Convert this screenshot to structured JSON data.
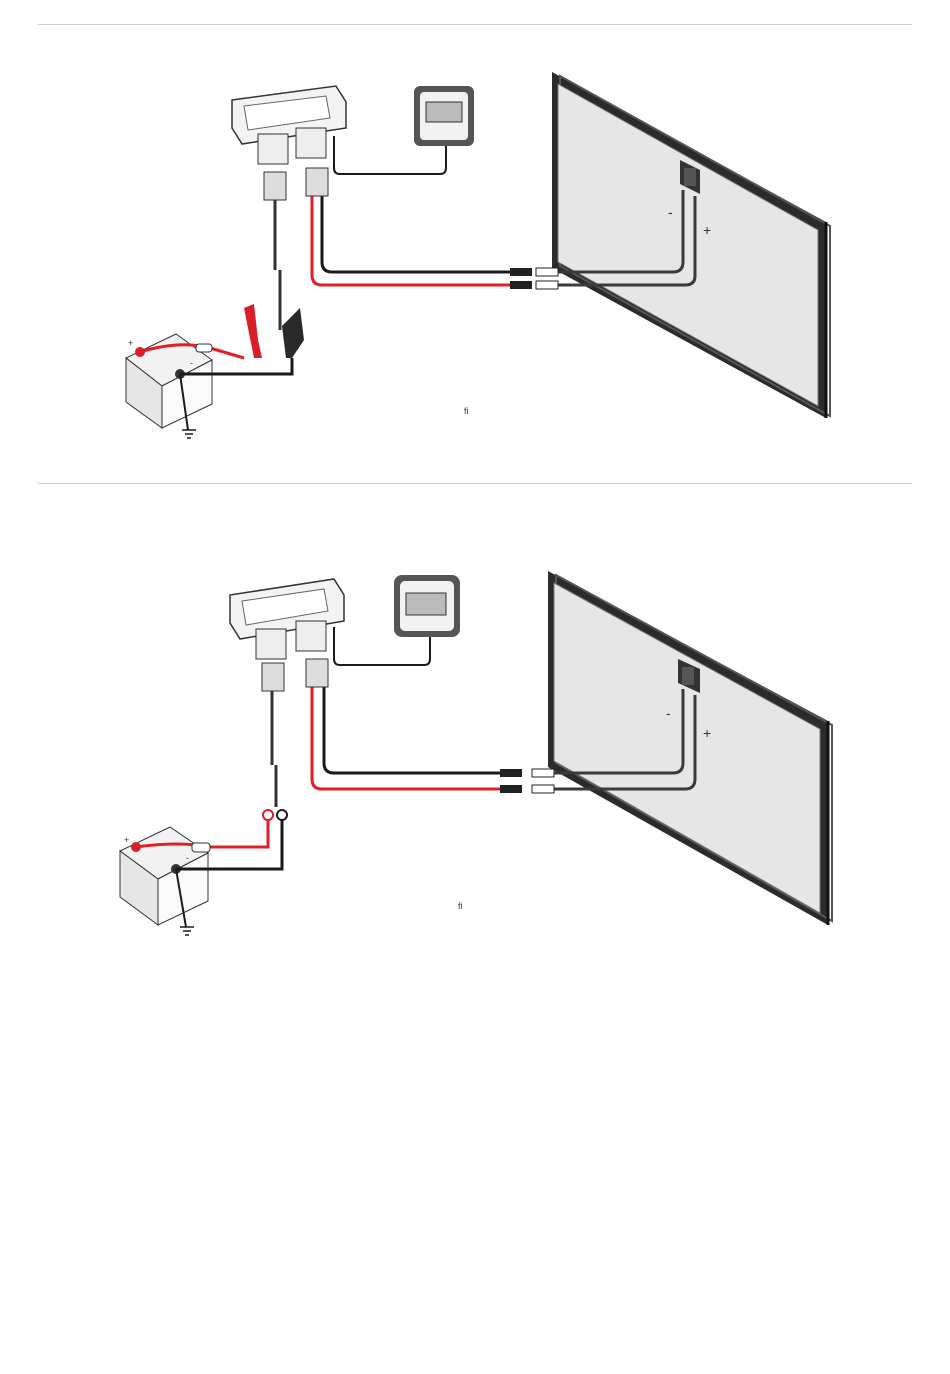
{
  "diagrams": [
    {
      "id": "clamp-connection",
      "panel_minus": "-",
      "panel_plus": "+",
      "battery_plus": "+",
      "battery_minus": "-",
      "footnote": "fi"
    },
    {
      "id": "ring-terminal-connection",
      "panel_minus": "-",
      "panel_plus": "+",
      "battery_plus": "+",
      "battery_minus": "-",
      "footnote": "fi"
    }
  ],
  "colors": {
    "positive_wire": "#e31e24",
    "negative_wire": "#1a1a1a",
    "panel_wire": "#3a3a3a",
    "panel_fill": "#e4e4e4",
    "panel_frame": "#2b2b2b",
    "clamp_red": "#d81e28",
    "clamp_black": "#2a2a2a",
    "rule": "#cfcfcf"
  }
}
